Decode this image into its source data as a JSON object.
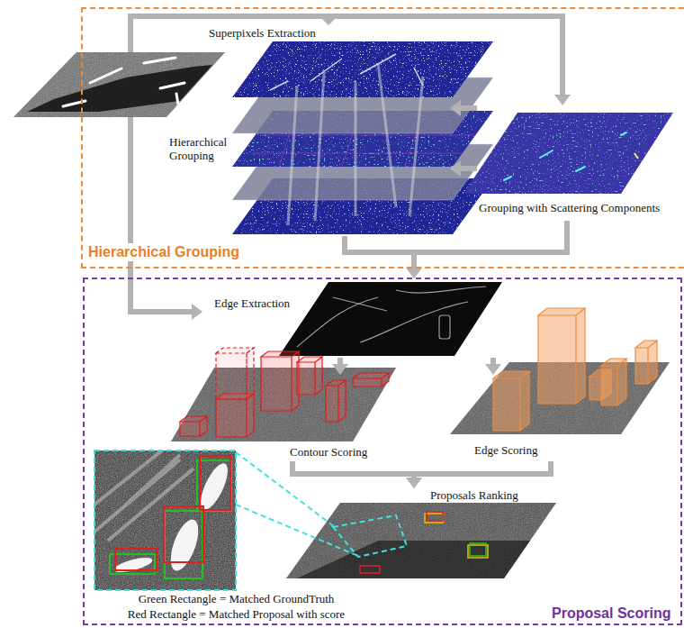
{
  "diagram": {
    "nodes": [
      {
        "text": [
          "Hierarchical Grouping"
        ]
      },
      {
        "text": [
          "Superpixels Extraction",
          "Hierarchical Grouping"
        ],
        "in": 0
      },
      {
        "text": [
          "Grouping with Scattering Components"
        ],
        "in": 0
      },
      {
        "text": [
          "Proposal Scoring"
        ]
      },
      {
        "text": [
          "Edge Extraction"
        ],
        "in": 3
      },
      {
        "text": [
          "Contour Scoring"
        ],
        "in": 3
      },
      {
        "text": [
          "Edge Scoring"
        ],
        "in": 3
      },
      {
        "text": [
          "Proposals Ranking"
        ],
        "in": 3
      }
    ],
    "edges": [
      {
        "from": 2,
        "to": 1,
        "arrow": "to"
      },
      {
        "from": 2,
        "to": 1,
        "arrow": "to"
      },
      {
        "from": 1,
        "to": 4,
        "arrow": "to"
      },
      {
        "from": 2,
        "to": 4,
        "arrow": "to"
      },
      {
        "from": 4,
        "to": 5,
        "arrow": "to"
      },
      {
        "from": 4,
        "to": 6,
        "arrow": "to"
      },
      {
        "from": 5,
        "to": 7,
        "arrow": "to"
      },
      {
        "from": 6,
        "to": 7,
        "arrow": "to"
      }
    ],
    "labels": [
      "Green Rectangle = Matched GroundTruth",
      "Red Rectangle = Matched Proposal with score"
    ]
  }
}
